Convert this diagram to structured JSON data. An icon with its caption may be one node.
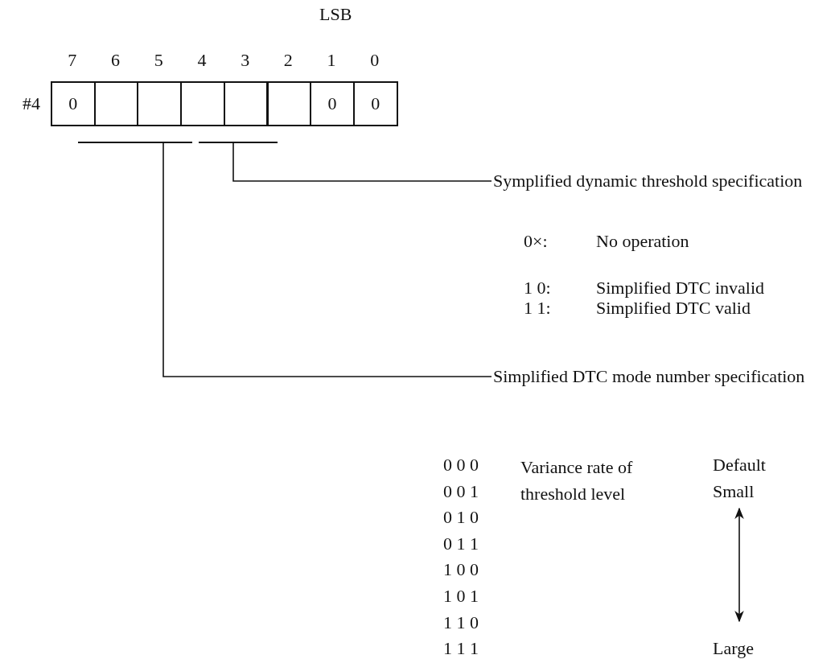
{
  "diagram": {
    "nodes": [
      {
        "text": [
          "0"
        ]
      },
      {
        "text": [],
        "shape": "box"
      },
      {
        "text": [],
        "shape": "box"
      },
      {
        "text": [],
        "shape": "box"
      },
      {
        "text": [],
        "shape": "box"
      },
      {
        "text": [],
        "shape": "box"
      },
      {
        "text": [
          "0"
        ]
      },
      {
        "text": [
          "0"
        ]
      },
      {
        "text": [],
        "shape": "bar"
      },
      {
        "text": [],
        "shape": "bar"
      },
      {
        "text": [
          "Symplified dynamic threshold specification"
        ]
      },
      {
        "text": [
          "Simplified DTC mode number specification"
        ]
      }
    ],
    "edges": [
      {
        "from": 9,
        "to": 10,
        "arrow": "none"
      },
      {
        "from": 8,
        "to": 11,
        "arrow": "none"
      }
    ],
    "labels": [
      "LSB",
      "7",
      "6",
      "5",
      "4",
      "3",
      "2",
      "1",
      "0",
      "#4",
      "0×:",
      "No operation",
      "1 0:",
      "Simplified DTC invalid",
      "1 1:",
      "Simplified DTC valid",
      "0 0 0",
      "Variance rate of threshold level",
      "Default",
      "0 0 1",
      "Small",
      "0 1 0",
      "0 1 1",
      "1 0 0",
      "1 0 1",
      "1 1 0",
      "1 1 1",
      "Large"
    ]
  }
}
